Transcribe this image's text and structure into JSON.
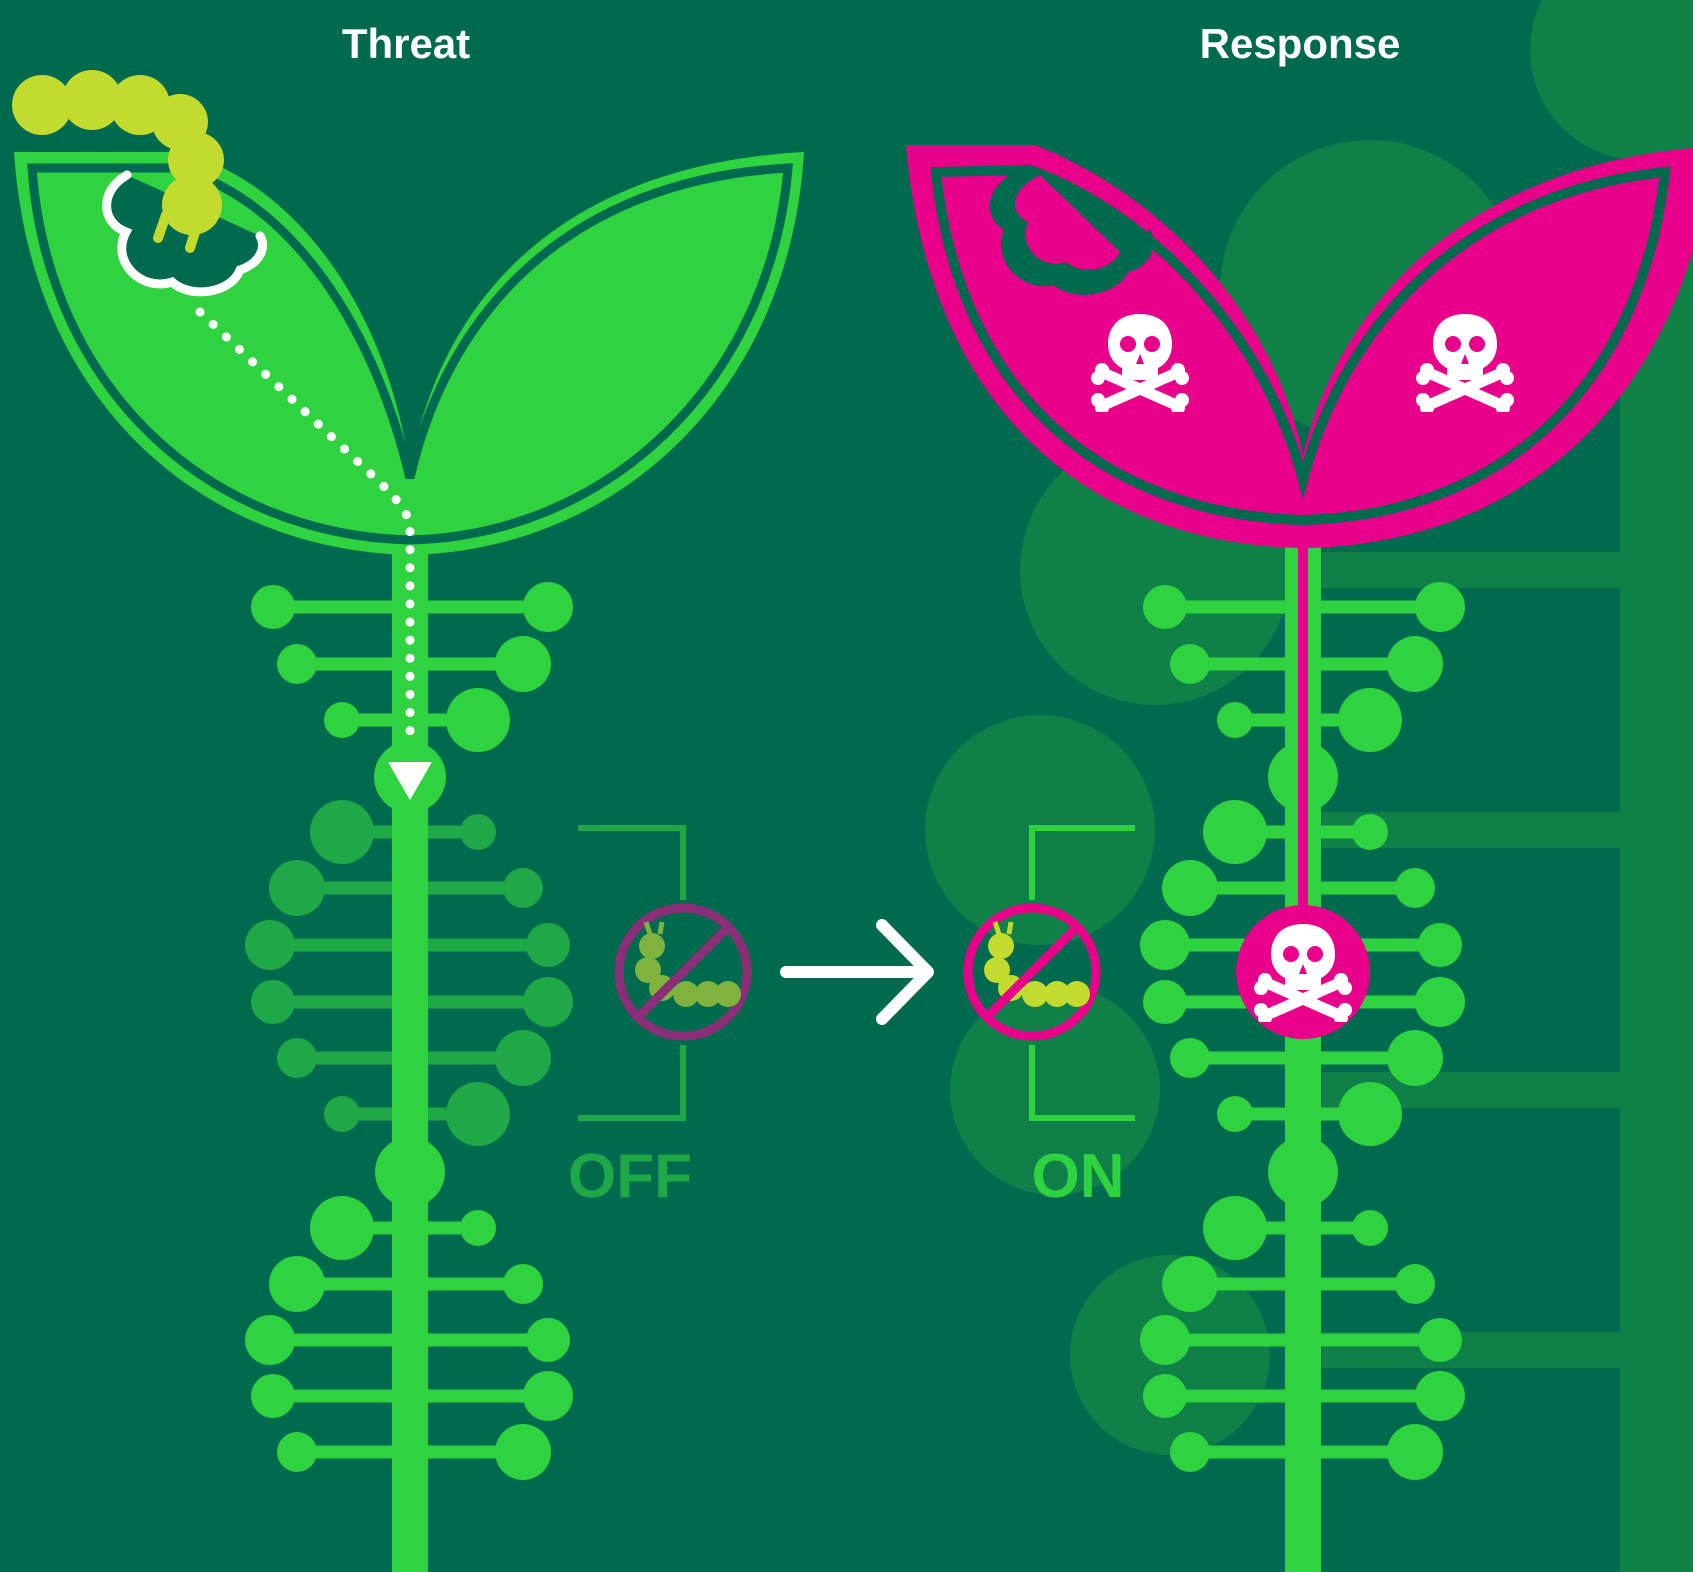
{
  "headings": {
    "threat": "Threat",
    "response": "Response"
  },
  "switch_labels": {
    "off": "OFF",
    "on": "ON"
  },
  "icons": {
    "caterpillar": "caterpillar-icon",
    "no_caterpillar": "no-caterpillar-icon",
    "skull_crossbones": "skull-crossbones-icon",
    "arrow": "arrow-right-icon",
    "signal_arrow": "dotted-arrow-down-icon"
  },
  "colors": {
    "background": "#006A4E",
    "dark_circle": "#0F8148",
    "plant_green": "#2FD23F",
    "dim_green": "#1FA848",
    "toxin_magenta": "#E8008A",
    "caterpillar_yellow": "#C3DA2E",
    "white": "#FFFFFF"
  }
}
